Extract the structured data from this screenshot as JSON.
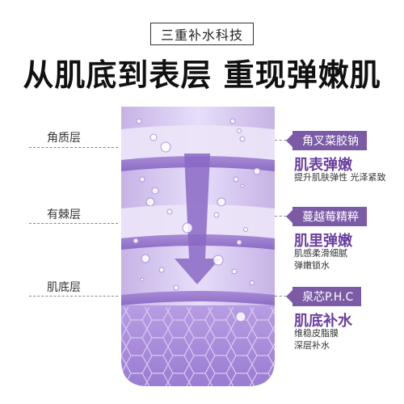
{
  "header": {
    "tag": "三重补水科技",
    "headline": "从肌底到表层 重现弹嫩肌"
  },
  "layers": [
    {
      "label": "角质层"
    },
    {
      "label": "有棘层"
    },
    {
      "label": "肌底层"
    }
  ],
  "ingredients": [
    {
      "badge": "角叉菜胶钠",
      "benefit": "肌表弹嫩",
      "desc": [
        "提升肌肤弹性 光泽紧致"
      ]
    },
    {
      "badge": "蔓越莓精粹",
      "benefit": "肌里弹嫩",
      "desc": [
        "肌感柔滑细腻",
        "弹嫩锁水"
      ]
    },
    {
      "badge": "泉芯P.H.C",
      "benefit": "肌底补水",
      "desc": [
        "维稳皮脂膜",
        "深层补水"
      ]
    }
  ],
  "colors": {
    "purple_dark": "#7b5aa6",
    "purple_text": "#6a3fa0",
    "purple_light": "#d9cdee"
  }
}
